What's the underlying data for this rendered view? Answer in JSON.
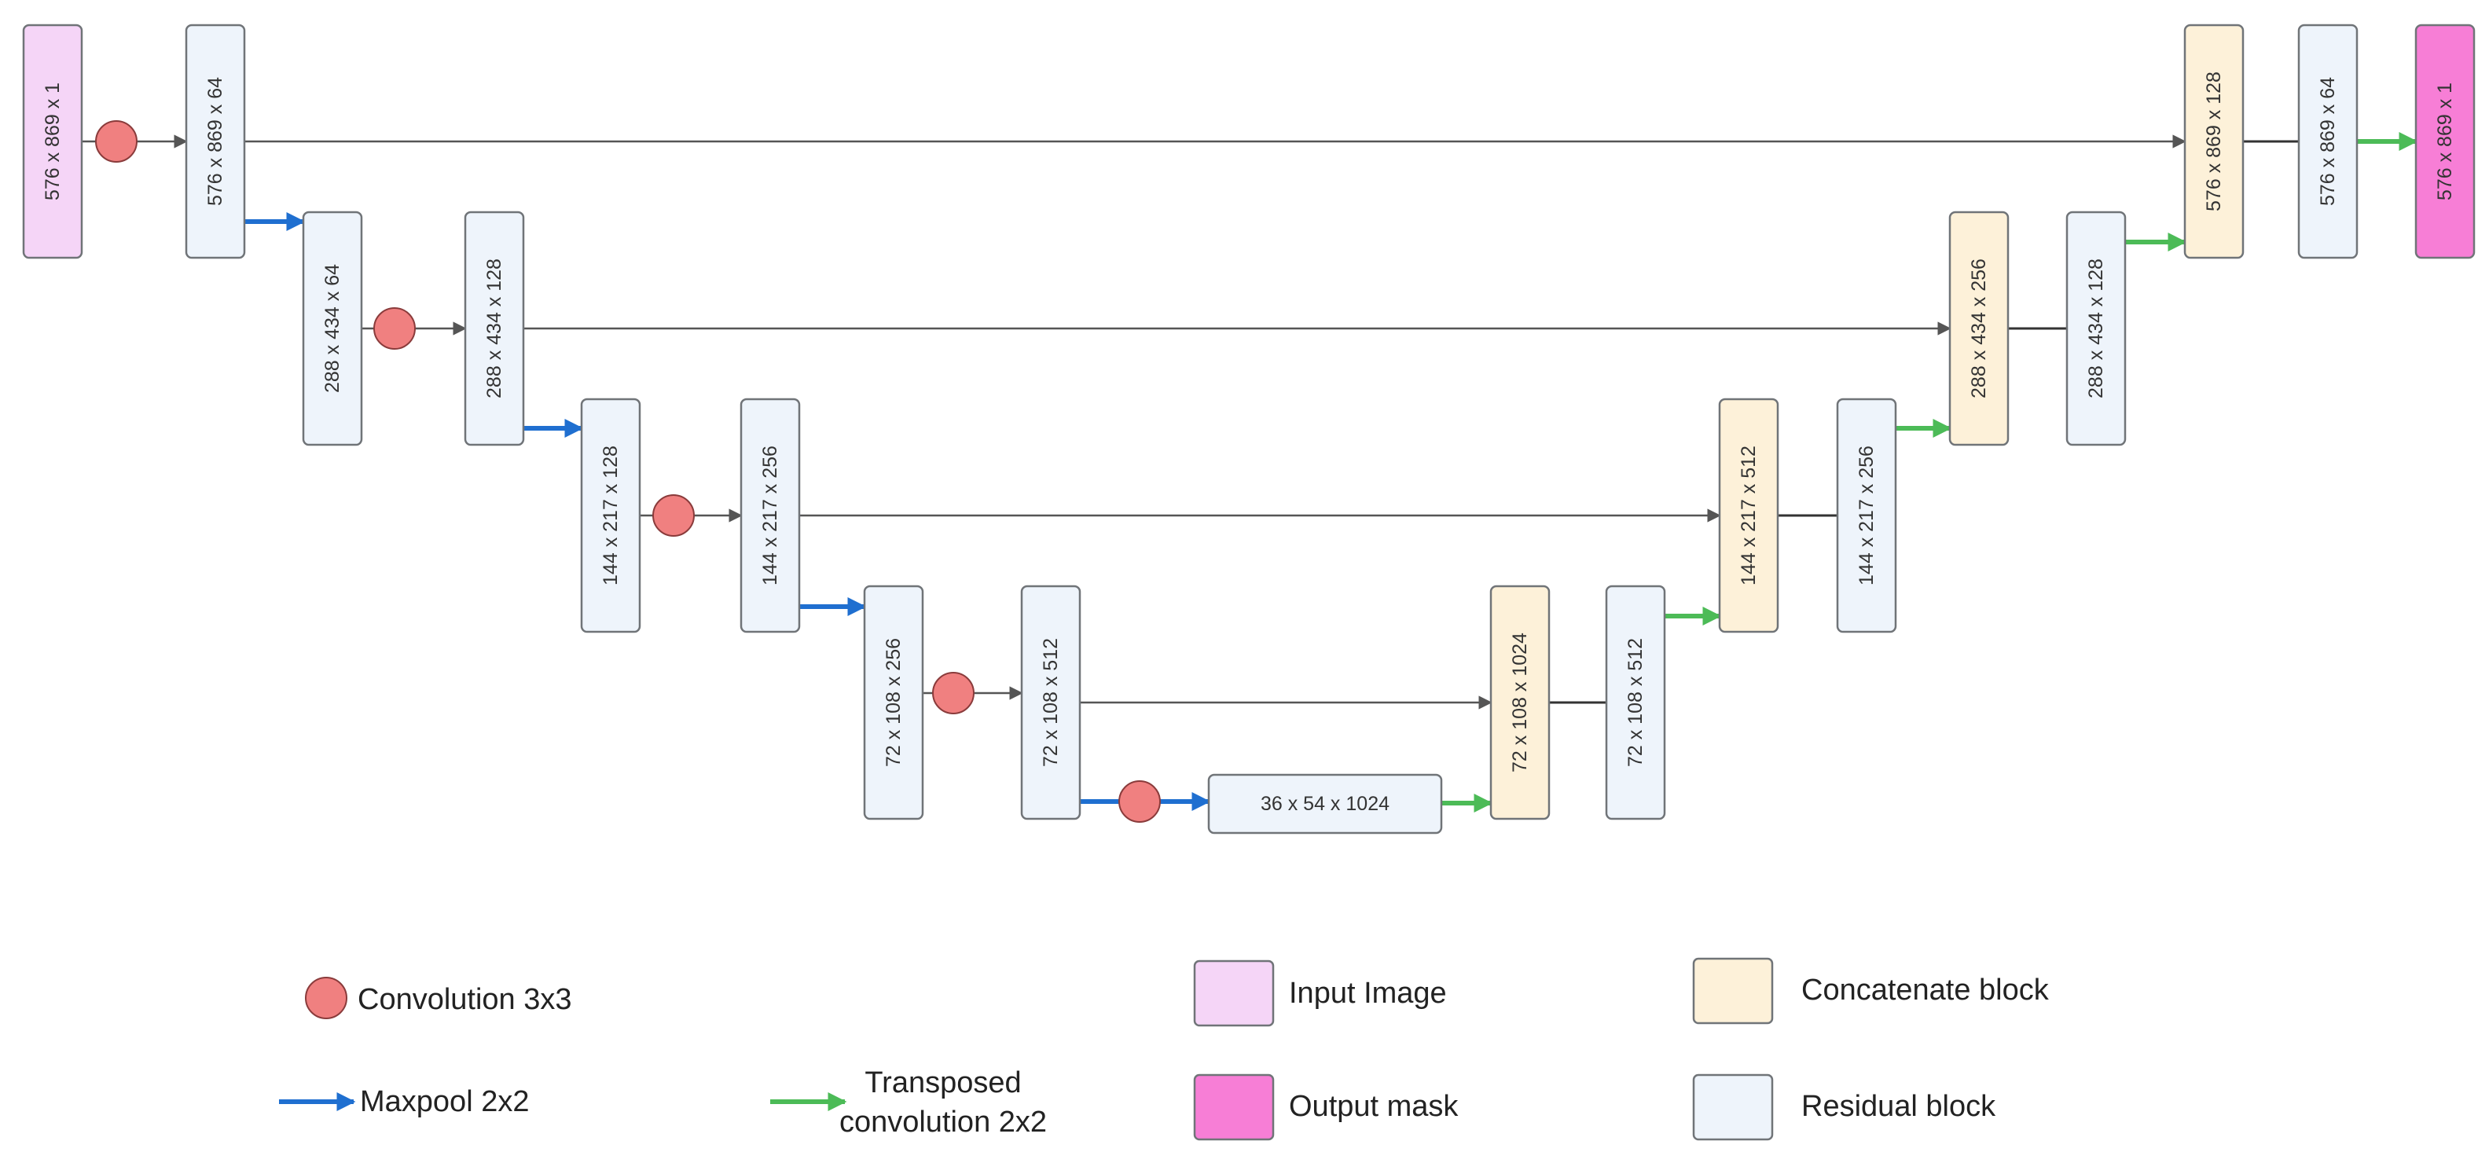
{
  "colors": {
    "input": "#f5d5f7",
    "output": "#f77ed6",
    "concat": "#fdf1d9",
    "residual": "#eef4fb",
    "border": "#707478",
    "conv": "#f08080",
    "conv_border": "#8a3b3b",
    "maxpool": "#1f6fd0",
    "transposed": "#4cbb57",
    "line": "#555555"
  },
  "blocks": [
    {
      "id": "b1",
      "label": "576 x 869 x 1",
      "kind": "input"
    },
    {
      "id": "b2",
      "label": "576 x 869 x 64",
      "kind": "residual"
    },
    {
      "id": "b3",
      "label": "288 x 434 x 64",
      "kind": "residual"
    },
    {
      "id": "b4",
      "label": "288 x 434 x 128",
      "kind": "residual"
    },
    {
      "id": "b5",
      "label": "144 x 217 x 128",
      "kind": "residual"
    },
    {
      "id": "b6",
      "label": "144 x 217 x 256",
      "kind": "residual"
    },
    {
      "id": "b7",
      "label": "72 x 108 x 256",
      "kind": "residual"
    },
    {
      "id": "b8",
      "label": "72 x 108 x 512",
      "kind": "residual"
    },
    {
      "id": "b9",
      "label": "36 x 54 x 1024",
      "kind": "residual"
    },
    {
      "id": "b10",
      "label": "72 x 108 x 1024",
      "kind": "concat"
    },
    {
      "id": "b11",
      "label": "72 x 108 x 512",
      "kind": "residual"
    },
    {
      "id": "b12",
      "label": "144 x 217 x 512",
      "kind": "concat"
    },
    {
      "id": "b13",
      "label": "144 x 217 x 256",
      "kind": "residual"
    },
    {
      "id": "b14",
      "label": "288 x 434 x 256",
      "kind": "concat"
    },
    {
      "id": "b15",
      "label": "288 x 434 x 128",
      "kind": "residual"
    },
    {
      "id": "b16",
      "label": "576 x 869 x 128",
      "kind": "concat"
    },
    {
      "id": "b17",
      "label": "576 x 869 x 64",
      "kind": "residual"
    },
    {
      "id": "b18",
      "label": "576 x 869 x 1",
      "kind": "output"
    }
  ],
  "legend": {
    "convolution": "Convolution 3x3",
    "maxpool": "Maxpool 2x2",
    "transposed_line1": "Transposed",
    "transposed_line2": "convolution 2x2",
    "input_image": "Input Image",
    "output_mask": "Output mask",
    "concatenate_block": "Concatenate block",
    "residual_block": "Residual block"
  }
}
